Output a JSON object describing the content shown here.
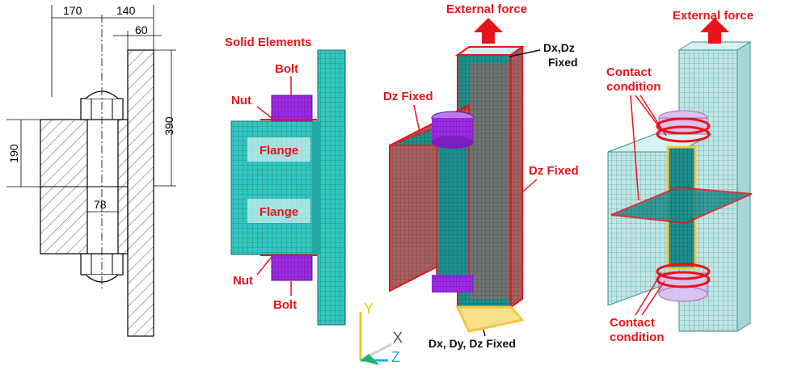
{
  "drawing": {
    "dim_170": "170",
    "dim_140": "140",
    "dim_60": "60",
    "dim_390": "390",
    "dim_190": "190",
    "dim_78": "78"
  },
  "mesh_model": {
    "title": "Solid  Elements",
    "bolt_top": "Bolt",
    "nut_top": "Nut",
    "flange_top": "Flange",
    "flange_bottom": "Flange",
    "nut_bottom": "Nut",
    "bolt_bottom": "Bolt"
  },
  "boundary_model": {
    "external_force": "External force",
    "dxdz_line1": "Dx,Dz",
    "dxdz_line2": "Fixed",
    "dz_fixed_left": "Dz Fixed",
    "dz_fixed_right": "Dz Fixed",
    "dxdydz_fixed": "Dx, Dy, Dz Fixed"
  },
  "triad": {
    "y": "Y",
    "x": "X",
    "z": "Z"
  },
  "contact_model": {
    "external_force": "External force",
    "contact_top_1": "Contact",
    "contact_top_2": "condition",
    "contact_bottom_1": "Contact",
    "contact_bottom_2": "condition"
  },
  "colors": {
    "red": "#e8141b",
    "mesh_cyan": "#2fc3bd",
    "bolt_purple": "#9b2be3",
    "yellow": "#f5c542"
  }
}
